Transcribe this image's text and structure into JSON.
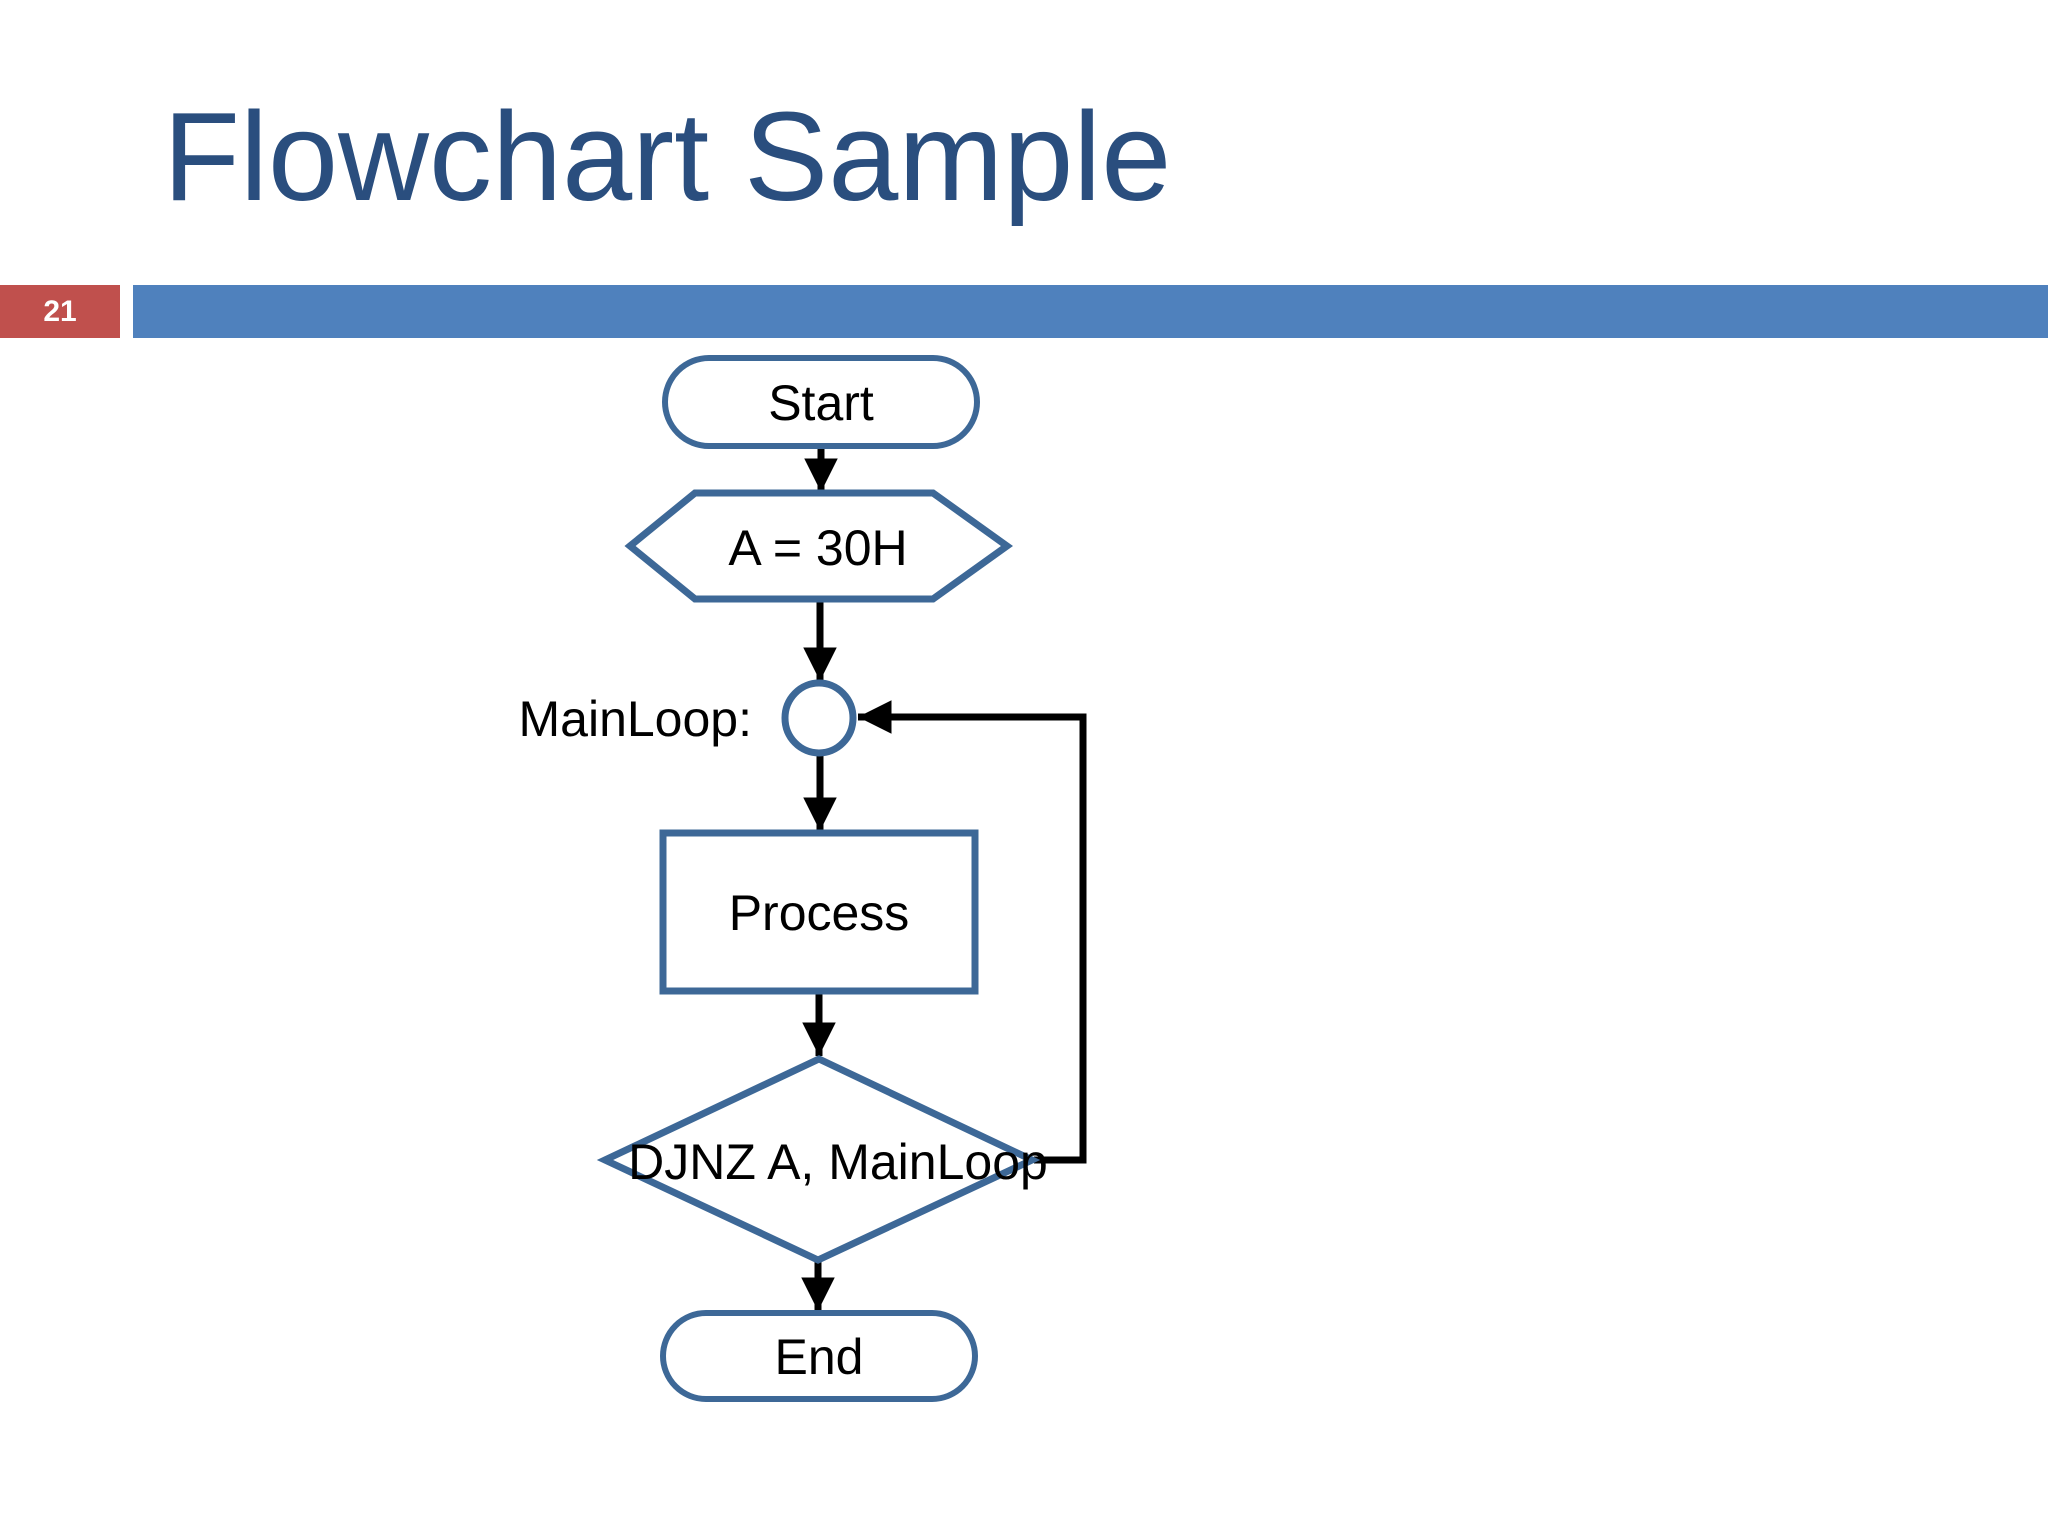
{
  "slide": {
    "title": "Flowchart Sample",
    "page_number": "21"
  },
  "colors": {
    "title_text": "#2A4E7E",
    "accent_bar": "#4F81BD",
    "page_badge_bg": "#C0504D",
    "page_badge_text": "#FFFFFF",
    "shape_stroke": "#3D6897",
    "connector": "#000000",
    "label_text": "#000000",
    "slide_bg": "#FFFFFF"
  },
  "flowchart": {
    "side_label": "MainLoop:",
    "nodes": [
      {
        "type": "terminator",
        "label": "Start"
      },
      {
        "type": "preparation",
        "label": "A = 30H"
      },
      {
        "type": "connector-circle",
        "label": ""
      },
      {
        "type": "process",
        "label": "Process"
      },
      {
        "type": "decision",
        "label": "DJNZ A, MainLoop"
      },
      {
        "type": "terminator",
        "label": "End"
      }
    ]
  }
}
